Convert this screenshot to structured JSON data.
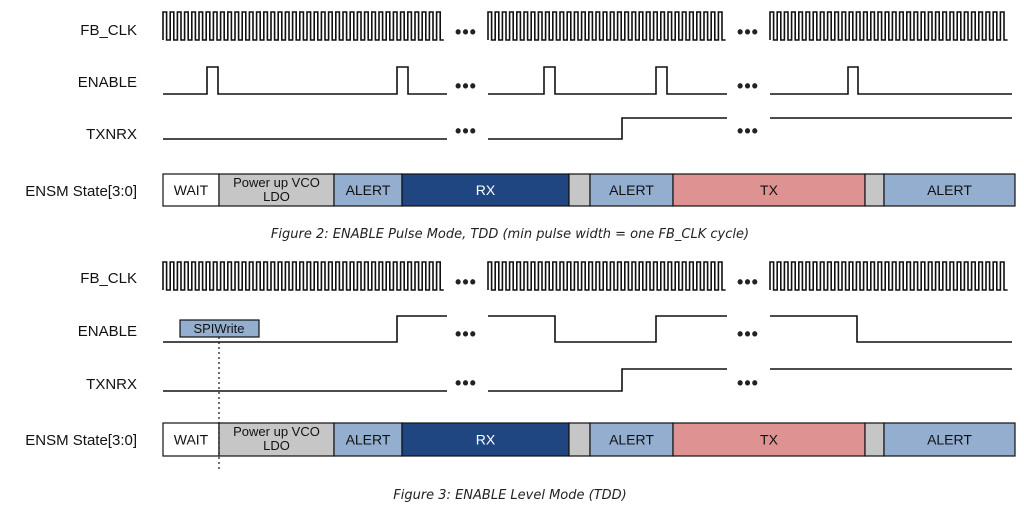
{
  "figures": [
    {
      "caption": "Figure 2: ENABLE Pulse Mode, TDD (min pulse width = one FB_CLK cycle)",
      "signals": [
        "FB_CLK",
        "ENABLE",
        "TXNRX",
        "ENSM State[3:0]"
      ],
      "enable_mode": "pulse",
      "spi_write_label": "",
      "states": [
        {
          "label": "WAIT",
          "color": "#ffffff",
          "text_color": "#111111"
        },
        {
          "label": "Power up VCO",
          "label2": "LDO",
          "color": "#c6c6c6",
          "text_color": "#111111"
        },
        {
          "label": "ALERT",
          "color": "#94aed0",
          "text_color": "#111111"
        },
        {
          "label": "RX",
          "color": "#1f4680",
          "text_color": "#ffffff"
        },
        {
          "label": "",
          "color": "#c6c6c6",
          "text_color": "#111111"
        },
        {
          "label": "ALERT",
          "color": "#94aed0",
          "text_color": "#111111"
        },
        {
          "label": "TX",
          "color": "#de9292",
          "text_color": "#111111"
        },
        {
          "label": "",
          "color": "#c6c6c6",
          "text_color": "#111111"
        },
        {
          "label": "ALERT",
          "color": "#94aed0",
          "text_color": "#111111"
        }
      ]
    },
    {
      "caption": "Figure 3: ENABLE Level Mode (TDD)",
      "signals": [
        "FB_CLK",
        "ENABLE",
        "TXNRX",
        "ENSM State[3:0]"
      ],
      "enable_mode": "level",
      "spi_write_label": "SPIWrite",
      "states": [
        {
          "label": "WAIT",
          "color": "#ffffff",
          "text_color": "#111111"
        },
        {
          "label": "Power up VCO",
          "label2": "LDO",
          "color": "#c6c6c6",
          "text_color": "#111111"
        },
        {
          "label": "ALERT",
          "color": "#94aed0",
          "text_color": "#111111"
        },
        {
          "label": "RX",
          "color": "#1f4680",
          "text_color": "#ffffff"
        },
        {
          "label": "",
          "color": "#c6c6c6",
          "text_color": "#111111"
        },
        {
          "label": "ALERT",
          "color": "#94aed0",
          "text_color": "#111111"
        },
        {
          "label": "TX",
          "color": "#de9292",
          "text_color": "#111111"
        },
        {
          "label": "",
          "color": "#c6c6c6",
          "text_color": "#111111"
        },
        {
          "label": "ALERT",
          "color": "#94aed0",
          "text_color": "#111111"
        }
      ]
    }
  ],
  "ellipsis": "•••",
  "colors": {
    "spi_box": "#94aed0",
    "line": "#111111"
  }
}
